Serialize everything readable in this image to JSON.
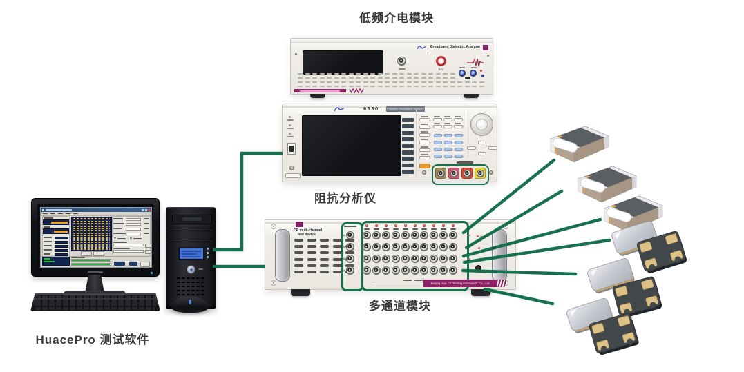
{
  "diagram": {
    "labels": {
      "dielectric": "低频介电模块",
      "impedance": "阻抗分析仪",
      "multichannel": "多通道模块",
      "software": "HuacePro 测试软件"
    }
  },
  "dielectric": {
    "brand": "Broadband Dielectric Analyzer",
    "hv_label": "HV"
  },
  "impedance": {
    "model": "6630",
    "badge": "Precision Impedance Analyzer"
  },
  "multichannel": {
    "name_line1": "LCR multi-channel",
    "name_line2": "test device",
    "banner": "Beijing Hua Ce Testing Instrument Co., Ltd",
    "channel_grid": {
      "rows": 4,
      "cols": 10
    },
    "reference_column": {
      "rows": 4
    }
  },
  "colors": {
    "wire_green": "#17714e",
    "brand_purple": "#8e2166",
    "trigger_orange": "#e8972e",
    "bnc_bezels": [
      "#a08a4e",
      "#d94f6e",
      "#e0472e",
      "#e3d02a"
    ],
    "progress_green": "#2fae44"
  }
}
